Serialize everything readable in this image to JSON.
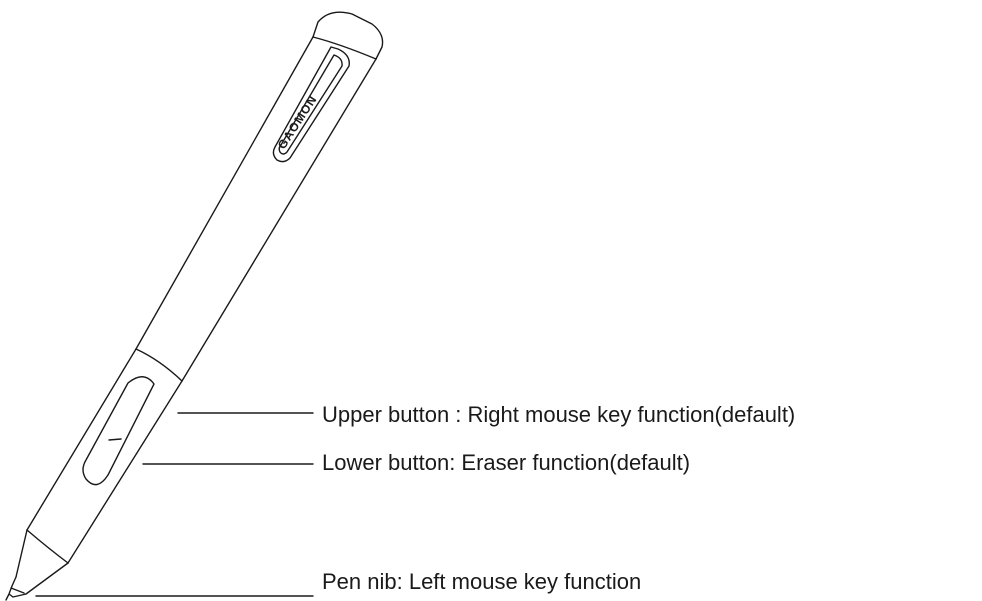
{
  "brand_logo_text": "GAOMON",
  "callouts": {
    "upper_button": "Upper button : Right mouse key function(default)",
    "lower_button": "Lower button: Eraser function(default)",
    "pen_nib": "Pen nib: Left mouse key function"
  },
  "colors": {
    "line": "#1a1a1a",
    "background": "#ffffff"
  }
}
